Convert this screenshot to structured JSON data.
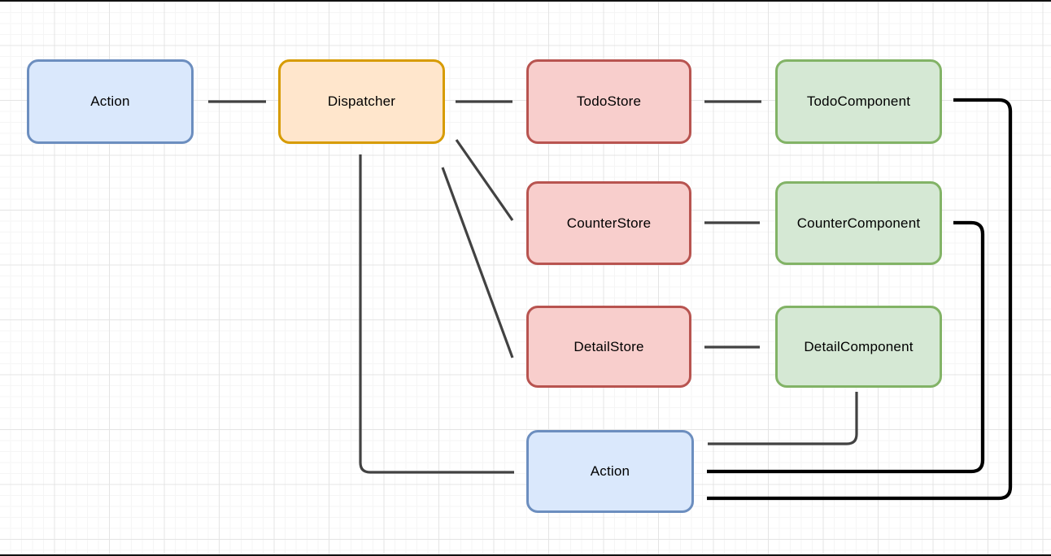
{
  "diagram": {
    "kind": "flux-architecture-flow",
    "nodes": [
      {
        "id": "action-top",
        "label": "Action",
        "fill": "#dae8fc",
        "stroke": "#6c8ebf"
      },
      {
        "id": "dispatcher",
        "label": "Dispatcher",
        "fill": "#ffe6cc",
        "stroke": "#d79b00"
      },
      {
        "id": "todo-store",
        "label": "TodoStore",
        "fill": "#f8cecc",
        "stroke": "#b85450"
      },
      {
        "id": "counter-store",
        "label": "CounterStore",
        "fill": "#f8cecc",
        "stroke": "#b85450"
      },
      {
        "id": "detail-store",
        "label": "DetailStore",
        "fill": "#f8cecc",
        "stroke": "#b85450"
      },
      {
        "id": "todo-component",
        "label": "TodoComponent",
        "fill": "#d5e8d4",
        "stroke": "#82b366"
      },
      {
        "id": "counter-component",
        "label": "CounterComponent",
        "fill": "#d5e8d4",
        "stroke": "#82b366"
      },
      {
        "id": "detail-component",
        "label": "DetailComponent",
        "fill": "#d5e8d4",
        "stroke": "#82b366"
      },
      {
        "id": "action-bottom",
        "label": "Action",
        "fill": "#dae8fc",
        "stroke": "#6c8ebf"
      }
    ],
    "edges": [
      {
        "from": "action-top",
        "to": "dispatcher",
        "color": "#424242",
        "shape": "straight"
      },
      {
        "from": "dispatcher",
        "to": "todo-store",
        "color": "#424242",
        "shape": "straight"
      },
      {
        "from": "dispatcher",
        "to": "counter-store",
        "color": "#424242",
        "shape": "diagonal"
      },
      {
        "from": "dispatcher",
        "to": "detail-store",
        "color": "#424242",
        "shape": "diagonal"
      },
      {
        "from": "todo-store",
        "to": "todo-component",
        "color": "#424242",
        "shape": "straight"
      },
      {
        "from": "counter-store",
        "to": "counter-component",
        "color": "#424242",
        "shape": "straight"
      },
      {
        "from": "detail-store",
        "to": "detail-component",
        "color": "#424242",
        "shape": "straight"
      },
      {
        "from": "todo-component",
        "to": "action-bottom",
        "color": "#000000",
        "shape": "elbow-right-down-left"
      },
      {
        "from": "counter-component",
        "to": "action-bottom",
        "color": "#000000",
        "shape": "elbow-right-down-left"
      },
      {
        "from": "detail-component",
        "to": "action-bottom",
        "color": "#424242",
        "shape": "elbow-down-left"
      },
      {
        "from": "action-bottom",
        "to": "dispatcher",
        "color": "#424242",
        "shape": "elbow-left-up"
      }
    ],
    "colors": {
      "edge_default": "#424242",
      "edge_feedback": "#000000",
      "background": "#ffffff",
      "grid_minor": "#f5f5f5",
      "grid_major": "#e4e4e4",
      "screen_edge": "#111111",
      "node_text": "#000000"
    }
  }
}
